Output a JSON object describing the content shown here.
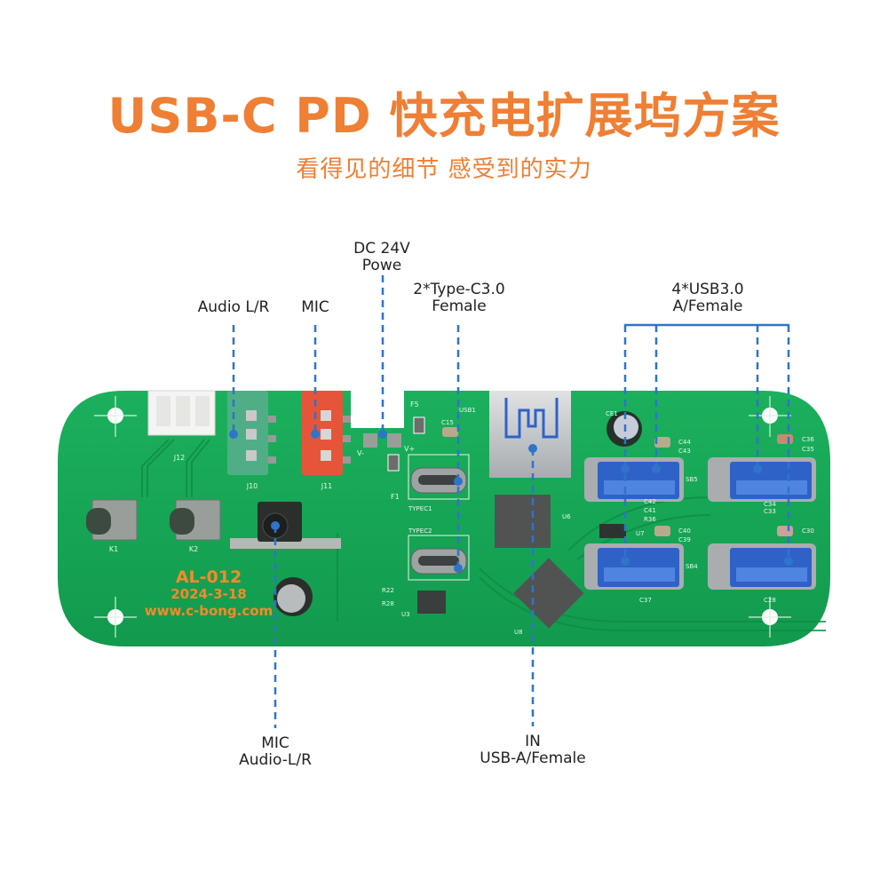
{
  "header": {
    "title": "USB-C PD 快充电扩展坞方案",
    "subtitle": "看得见的细节 感受到的实力"
  },
  "callouts": {
    "dc_power": [
      "DC 24V",
      "Powe"
    ],
    "audio_lr": "Audio L/R",
    "mic": "MIC",
    "type_c": [
      "2*Type-C3.0",
      "Female"
    ],
    "usb30": [
      "4*USB3.0",
      "A/Female"
    ],
    "mic_audio_bottom": [
      "MIC",
      "Audio-L/R"
    ],
    "usb_in": [
      "IN",
      "USB-A/Female"
    ]
  },
  "board": {
    "model": "AL-012",
    "date": "2024-3-18",
    "website": "www.c-bong.com",
    "silkscreen": {
      "j12": "J12",
      "j10": "J10",
      "j11": "J11",
      "k1": "K1",
      "k2": "K2",
      "f5": "F5",
      "f1": "F1",
      "c15": "C15",
      "usb1": "USB1",
      "typec1": "TYPEC1",
      "typec2": "TYPEC2",
      "u3": "U3",
      "u6": "U6",
      "u7": "U7",
      "u8": "U8",
      "r22": "R22",
      "r28": "R28",
      "ce1": "CE1",
      "c44": "C44",
      "c43": "C43",
      "c36": "C36",
      "c35": "C35",
      "c42": "C42",
      "c41": "C41",
      "r36": "R36",
      "c40": "C40",
      "c39": "C39",
      "c30": "C30",
      "c34": "C34",
      "c33": "C33",
      "c37": "C37",
      "c28": "C28",
      "sb5": "SB5",
      "sb4": "SB4",
      "v_minus": "V-",
      "v_plus": "V+"
    }
  },
  "colors": {
    "accent": "#ef7f34",
    "pcb": "#17a957",
    "callout_line": "#2f74c9",
    "usb_blue": "#2f62c6",
    "jack_green": "#4fae86",
    "jack_red": "#e6553a"
  }
}
